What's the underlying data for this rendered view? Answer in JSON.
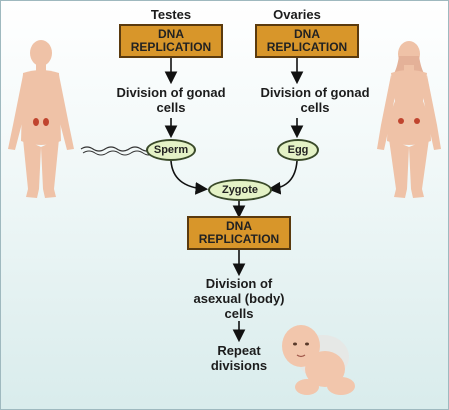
{
  "headings": {
    "left": "Testes",
    "right": "Ovaries"
  },
  "replication_box": {
    "line1": "DNA",
    "line2": "REPLICATION"
  },
  "gonad_division": {
    "line1": "Division of gonad",
    "line2": "cells"
  },
  "cells": {
    "sperm": "Sperm",
    "egg": "Egg",
    "zygote": "Zygote"
  },
  "asexual_division": {
    "line1": "Division of",
    "line2": "asexual (body)",
    "line3": "cells"
  },
  "repeat": {
    "line1": "Repeat",
    "line2": "divisions"
  },
  "colors": {
    "box_fill": "#d8962a",
    "cell_fill": "#e4f2c6",
    "skin": "#efc2a7",
    "background_bottom": "#d9ecec"
  },
  "figures": [
    "male-figure",
    "female-figure",
    "baby-figure"
  ]
}
